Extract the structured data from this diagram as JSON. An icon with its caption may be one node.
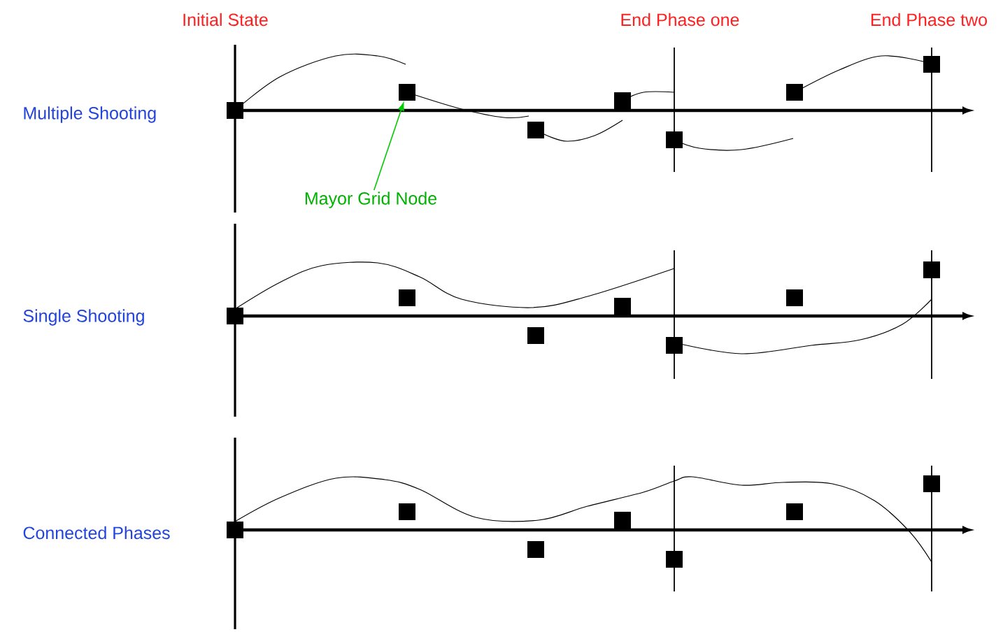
{
  "diagram": {
    "nodes": [
      {
        "text": [
          "Mayor Grid Node"
        ]
      },
      {
        "text": [],
        "shape": "box"
      }
    ],
    "edges": [
      {
        "from": 0,
        "to": 1,
        "arrow": "to",
        "color": "#00cc00"
      }
    ],
    "labels": [
      "Initial State",
      "End Phase one",
      "End Phase two",
      "Multiple Shooting",
      "Single Shooting",
      "Connected Phases"
    ]
  }
}
